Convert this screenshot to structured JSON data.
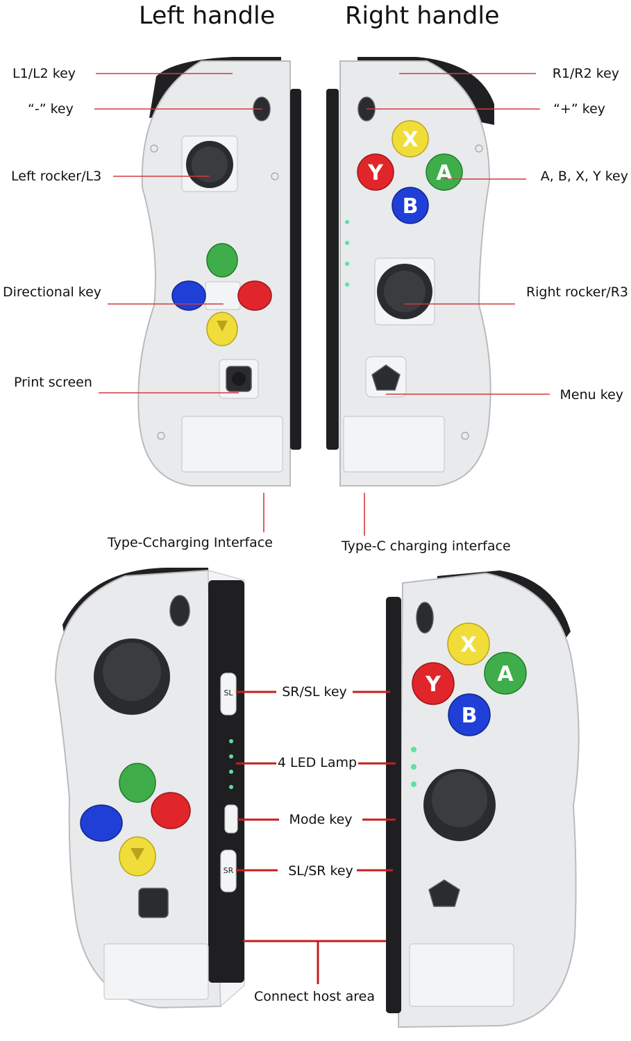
{
  "titles": {
    "left": "Left handle",
    "right": "Right handle"
  },
  "top_left_labels": {
    "l1l2": "L1/L2 key",
    "minus": "“-” key",
    "left_rocker": "Left rocker/L3",
    "directional": "Directional key",
    "print": "Print screen",
    "typec_left": "Type-Ccharging Interface"
  },
  "top_right_labels": {
    "r1r2": "R1/R2 key",
    "plus": "“+” key",
    "abxy": "A, B, X, Y key",
    "right_rocker": "Right rocker/R3",
    "menu": "Menu key",
    "typec_right": "Type-C charging interface"
  },
  "bottom_labels": {
    "srsl": "SR/SL key",
    "led": "4 LED Lamp",
    "mode": "Mode key",
    "slsr": "SL/SR key",
    "connect": "Connect host area"
  },
  "buttons": {
    "x": "X",
    "y": "Y",
    "a": "A",
    "b": "B"
  },
  "rail_text": {
    "sl": "SL",
    "sr": "SR"
  },
  "colors": {
    "accent_line": "#d23a3a",
    "green": "#3fae4a",
    "red": "#e0262a",
    "blue": "#1f3fd6",
    "yellow": "#f1dd3a"
  }
}
